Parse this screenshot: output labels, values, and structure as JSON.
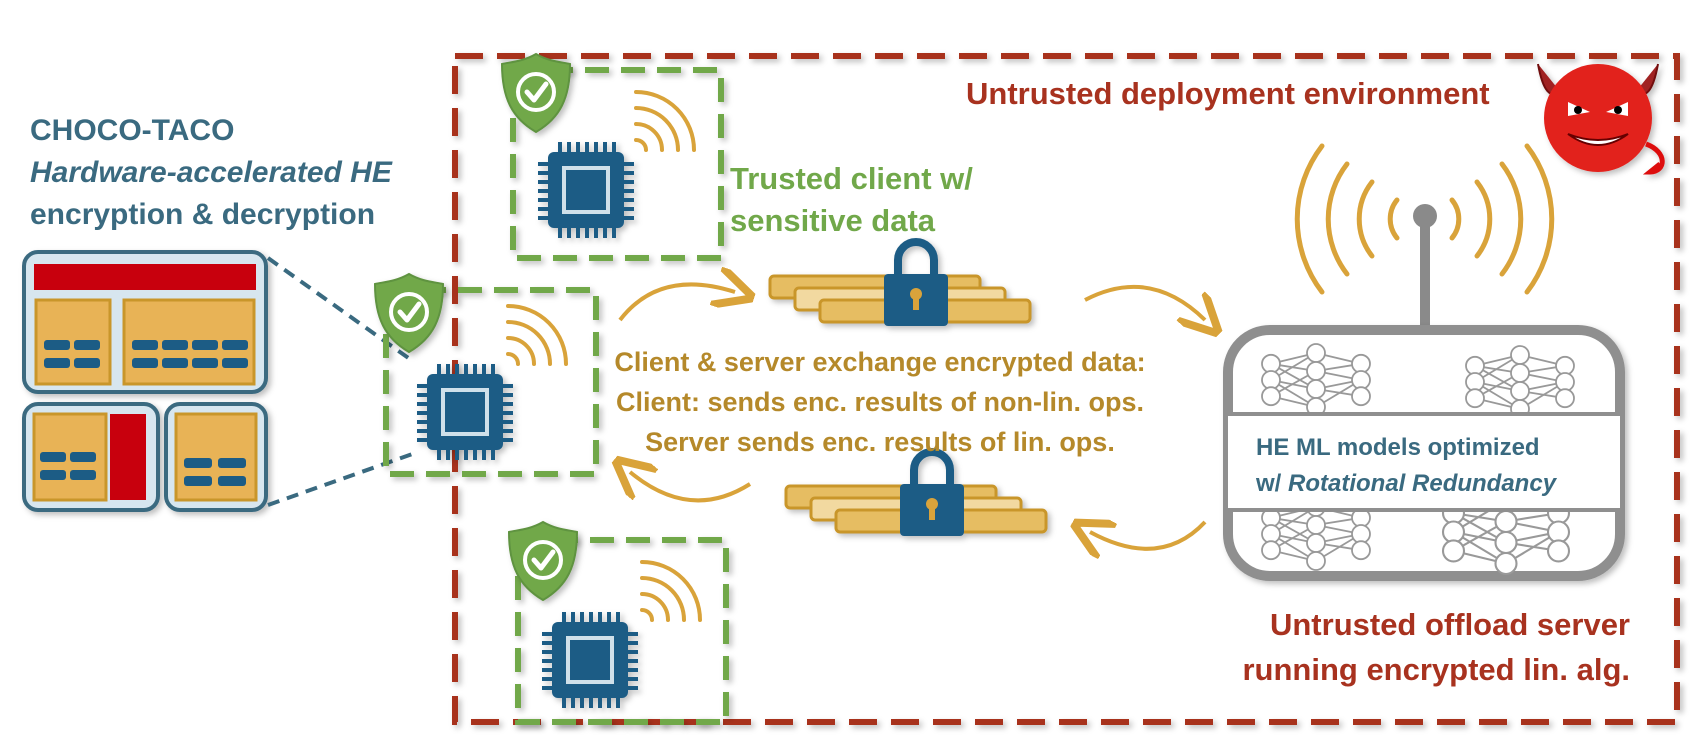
{
  "chip": {
    "name": "CHOCO-TACO",
    "subtitle": "Hardware-accelerated HE",
    "desc": "encryption & decryption"
  },
  "client": {
    "line1": "Trusted client w/",
    "line2": "sensitive data"
  },
  "environment": {
    "label": "Untrusted deployment environment"
  },
  "exchange": {
    "line1": "Client & server exchange encrypted data:",
    "line2": "Client: sends enc. results of non-lin. ops.",
    "line3": "Server sends enc. results of lin. ops."
  },
  "server": {
    "line1": "Untrusted offload server",
    "line2": "running encrypted lin. alg.",
    "model_line1": "HE ML models optimized",
    "model_prefix": "w/ ",
    "model_italic": "Rotational Redundancy"
  },
  "colors": {
    "trusted": "#71a84a",
    "untrusted": "#a8321f",
    "accent": "#d9a33a",
    "chip": "#1f5c85",
    "text_blue": "#3a6a80"
  },
  "icons": [
    "shield-check-icon",
    "cpu-chip-icon",
    "wireless-signal-icon",
    "lock-icon",
    "devil-icon",
    "antenna-icon",
    "neural-network-icon",
    "curved-arrow-icon"
  ]
}
